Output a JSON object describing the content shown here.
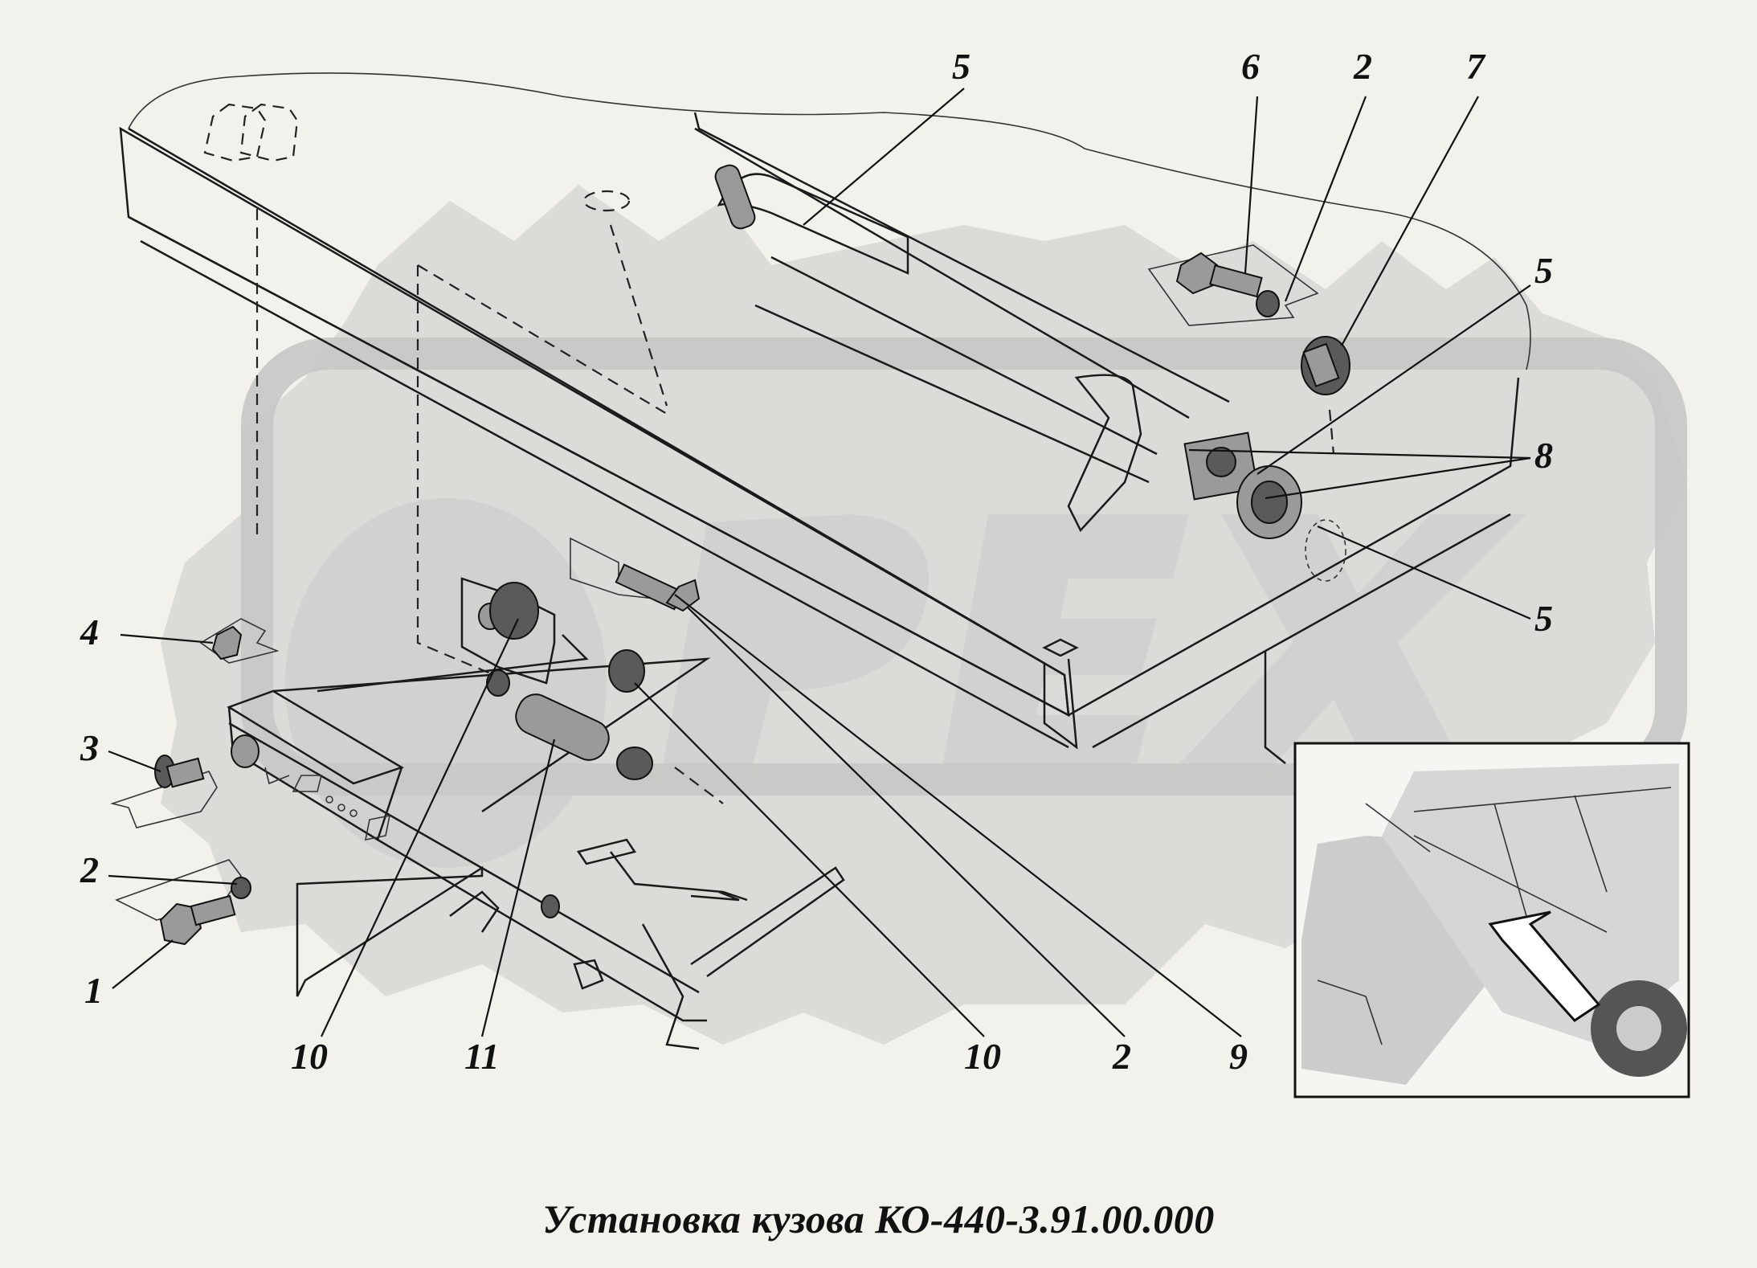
{
  "caption": "Установка кузова КО-440-3.91.00.000",
  "watermark": "OPEX",
  "callouts": [
    {
      "id": "c5a",
      "text": "5"
    },
    {
      "id": "c6",
      "text": "6"
    },
    {
      "id": "c2a",
      "text": "2"
    },
    {
      "id": "c7",
      "text": "7"
    },
    {
      "id": "c5b",
      "text": "5"
    },
    {
      "id": "c8",
      "text": "8"
    },
    {
      "id": "c5c",
      "text": "5"
    },
    {
      "id": "c4",
      "text": "4"
    },
    {
      "id": "c3",
      "text": "3"
    },
    {
      "id": "c2b",
      "text": "2"
    },
    {
      "id": "c1",
      "text": "1"
    },
    {
      "id": "c10a",
      "text": "10"
    },
    {
      "id": "c11",
      "text": "11"
    },
    {
      "id": "c10b",
      "text": "10"
    },
    {
      "id": "c2c",
      "text": "2"
    },
    {
      "id": "c9",
      "text": "9"
    }
  ],
  "colors": {
    "background": "#f2f1ec",
    "ink": "#111111",
    "watermark": "#c9c9c9"
  }
}
